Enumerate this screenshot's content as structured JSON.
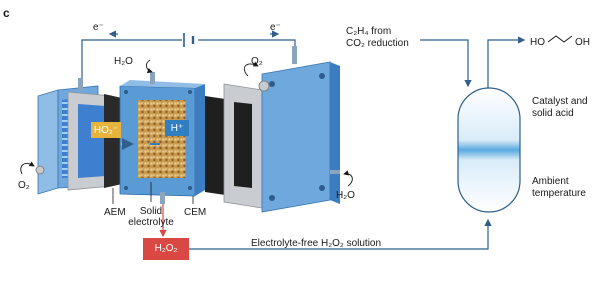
{
  "panel_label": "c",
  "electron_left": "e⁻",
  "electron_right": "e⁻",
  "water_top": "H₂O",
  "oxygen_top": "O₂",
  "oxygen_left": "O₂",
  "water_right": "H₂O",
  "ho2_label": "HO₂⁻",
  "hplus_label": "H⁺",
  "aem_label": "AEM",
  "solid_electrolyte_line1": "Solid",
  "solid_electrolyte_line2": "electrolyte",
  "cem_label": "CEM",
  "h2o2_box_label": "H₂O₂",
  "solution_label": "Electrolyte-free H₂O₂ solution",
  "co2_line1": "C₂H₄ from",
  "co2_line2": "CO₂ reduction",
  "product_label": "HO∕∕OH",
  "product_left": "HO",
  "product_right": "OH",
  "catalyst_line1": "Catalyst and",
  "catalyst_line2": "solid acid",
  "ambient_line1": "Ambient",
  "ambient_line2": "temperature",
  "colors": {
    "frame_blue": "#5b9bd5",
    "frame_blue_light": "#8fbde6",
    "line_blue": "#2f5f8a",
    "ho2_box": "#e7b43b",
    "hplus_box": "#2f7fc1",
    "h2o2_box": "#d94843",
    "dark_membrane": "#1f1f1f",
    "grey_plate": "#c9ccd1"
  }
}
